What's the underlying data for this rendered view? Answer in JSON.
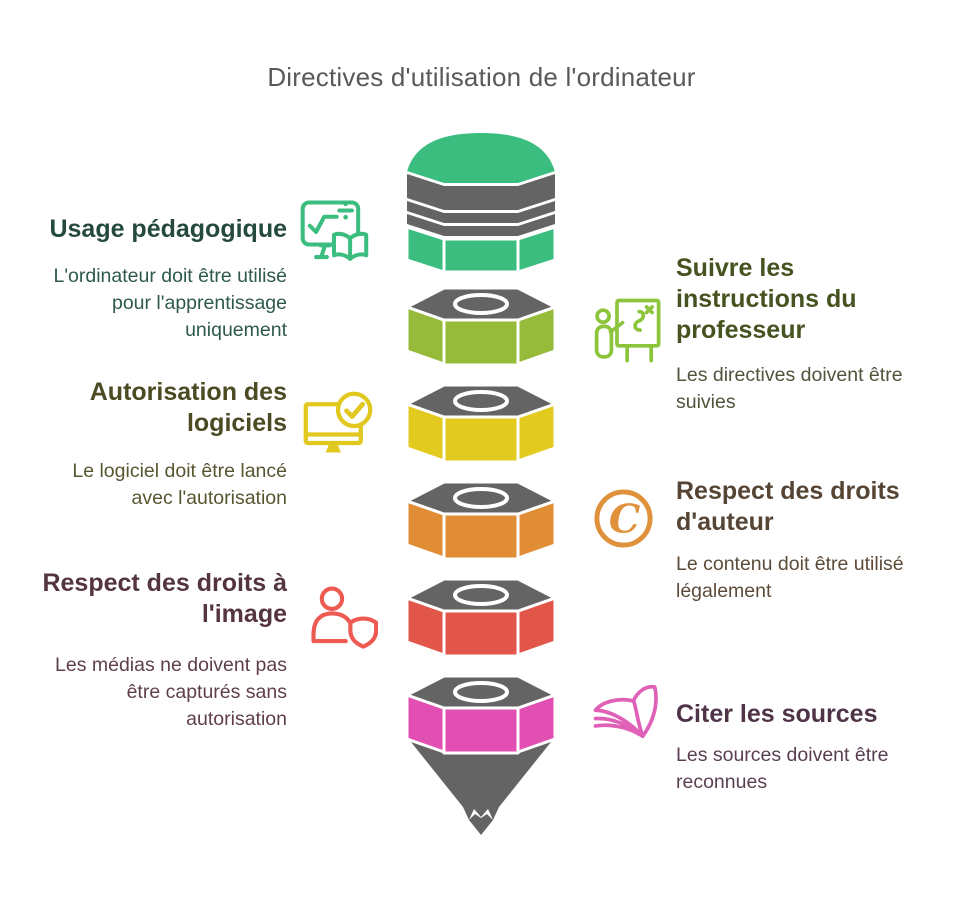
{
  "title": "Directives d'utilisation de l'ordinateur",
  "title_color": "#58595b",
  "pencil": {
    "metal_color": "#646464",
    "tip_color": "#646464",
    "segment_colors": [
      "#3cbd80",
      "#96ba3a",
      "#e2ca1e",
      "#e08d36",
      "#e2564a",
      "#e24fb2"
    ]
  },
  "left_items": [
    {
      "heading": "Usage pédagogique",
      "body": "L'ordinateur doit être utilisé\npour l'apprentissage\nuniquement",
      "icon": "education-monitor-icon",
      "accent": "#3cbd80",
      "heading_color": "#254a3c",
      "body_color": "#2f5a4a"
    },
    {
      "heading": "Autorisation des\nlogiciels",
      "body": "Le logiciel doit être lancé\navec l'autorisation",
      "icon": "monitor-check-icon",
      "accent": "#e0c81e",
      "heading_color": "#4b4a23",
      "body_color": "#585631"
    },
    {
      "heading": "Respect des droits à\nl'image",
      "body": "Les médias ne doivent pas\nêtre capturés sans\nautorisation",
      "icon": "person-shield-icon",
      "accent": "#ed5a52",
      "heading_color": "#54343e",
      "body_color": "#5f3f4a"
    }
  ],
  "right_items": [
    {
      "heading": "Suivre les\ninstructions du\nprofesseur",
      "body": "Les directives doivent être\nsuivies",
      "icon": "teacher-board-icon",
      "accent": "#8cc43c",
      "heading_color": "#465321",
      "body_color": "#4f553b"
    },
    {
      "heading": "Respect des droits\nd'auteur",
      "body": "Le contenu doit être utilisé\nlégalement",
      "icon": "copyright-icon",
      "accent": "#e0913c",
      "heading_color": "#564535",
      "body_color": "#5d4b3a"
    },
    {
      "heading": "Citer les sources",
      "body": "Les sources doivent être\nreconnues",
      "icon": "pages-icon",
      "accent": "#e060b8",
      "heading_color": "#4f3347",
      "body_color": "#5a3f52"
    }
  ]
}
